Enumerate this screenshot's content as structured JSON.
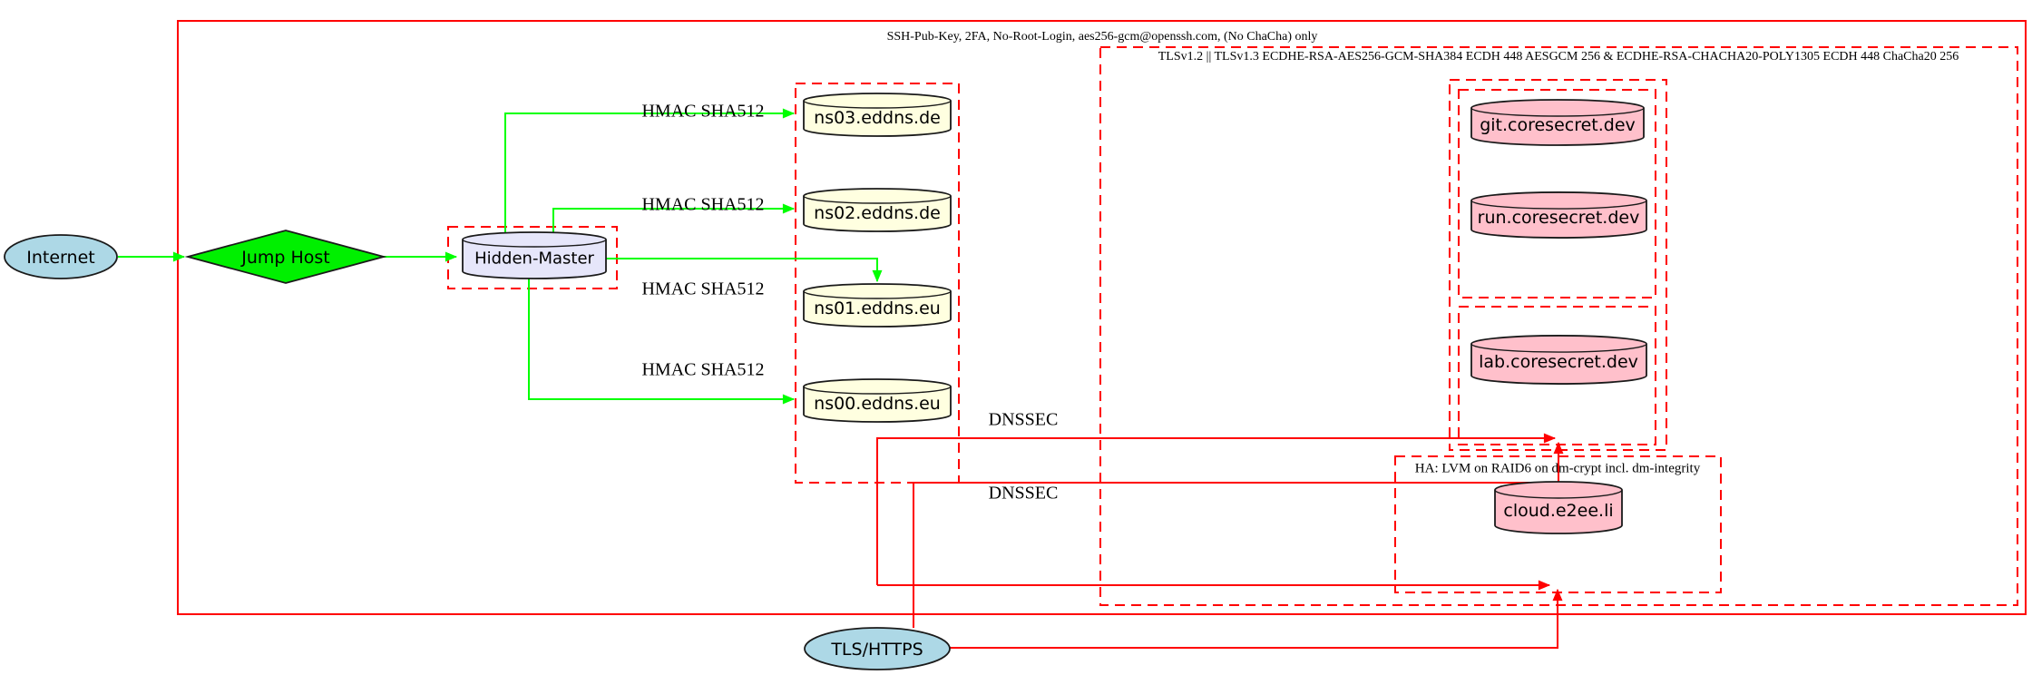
{
  "clusters": {
    "ssh": {
      "label": "SSH-Pub-Key, 2FA, No-Root-Login, aes256-gcm@openssh.com, (No ChaCha) only"
    },
    "tls": {
      "label": "TLSv1.2 || TLSv1.3 ECDHE-RSA-AES256-GCM-SHA384 ECDH 448 AESGCM 256 & ECDHE-RSA-CHACHA20-POLY1305 ECDH 448 ChaCha20 256"
    },
    "ha": {
      "label": "HA: LVM on RAID6 on dm-crypt incl. dm-integrity"
    }
  },
  "nodes": {
    "internet": {
      "label": "Internet",
      "shape": "ellipse",
      "color": "#add8e6"
    },
    "jump_host": {
      "label": "Jump Host",
      "shape": "diamond",
      "color": "#00f000"
    },
    "hidden_master": {
      "label": "Hidden-Master",
      "shape": "cylinder",
      "color": "#e6e6fa"
    },
    "ns03": {
      "label": "ns03.eddns.de",
      "shape": "cylinder",
      "color": "#ffffe0"
    },
    "ns02": {
      "label": "ns02.eddns.de",
      "shape": "cylinder",
      "color": "#ffffe0"
    },
    "ns01": {
      "label": "ns01.eddns.eu",
      "shape": "cylinder",
      "color": "#ffffe0"
    },
    "ns00": {
      "label": "ns00.eddns.eu",
      "shape": "cylinder",
      "color": "#ffffe0"
    },
    "git": {
      "label": "git.coresecret.dev",
      "shape": "cylinder",
      "color": "#ffc0cb"
    },
    "run": {
      "label": "run.coresecret.dev",
      "shape": "cylinder",
      "color": "#ffc0cb"
    },
    "lab": {
      "label": "lab.coresecret.dev",
      "shape": "cylinder",
      "color": "#ffc0cb"
    },
    "cloud": {
      "label": "cloud.e2ee.li",
      "shape": "cylinder",
      "color": "#ffc0cb"
    },
    "tls_https": {
      "label": "TLS/HTTPS",
      "shape": "ellipse",
      "color": "#add8e6"
    }
  },
  "edges": {
    "hmac_ns03": {
      "label": "HMAC SHA512",
      "color": "#00ff00"
    },
    "hmac_ns02": {
      "label": "HMAC SHA512",
      "color": "#00ff00"
    },
    "hmac_ns01": {
      "label": "HMAC SHA512",
      "color": "#00ff00"
    },
    "hmac_ns00": {
      "label": "HMAC SHA512",
      "color": "#00ff00"
    },
    "dnssec_upper": {
      "label": "DNSSEC",
      "color": "#ff0000"
    },
    "dnssec_lower": {
      "label": "DNSSEC",
      "color": "#ff0000"
    }
  },
  "colors": {
    "secure_green": "#00ff00",
    "alert_red": "#ff0000",
    "node_blue": "#add8e6",
    "node_yellow": "#ffffe0",
    "node_lavender": "#e6e6fa",
    "node_pink": "#ffc0cb"
  }
}
